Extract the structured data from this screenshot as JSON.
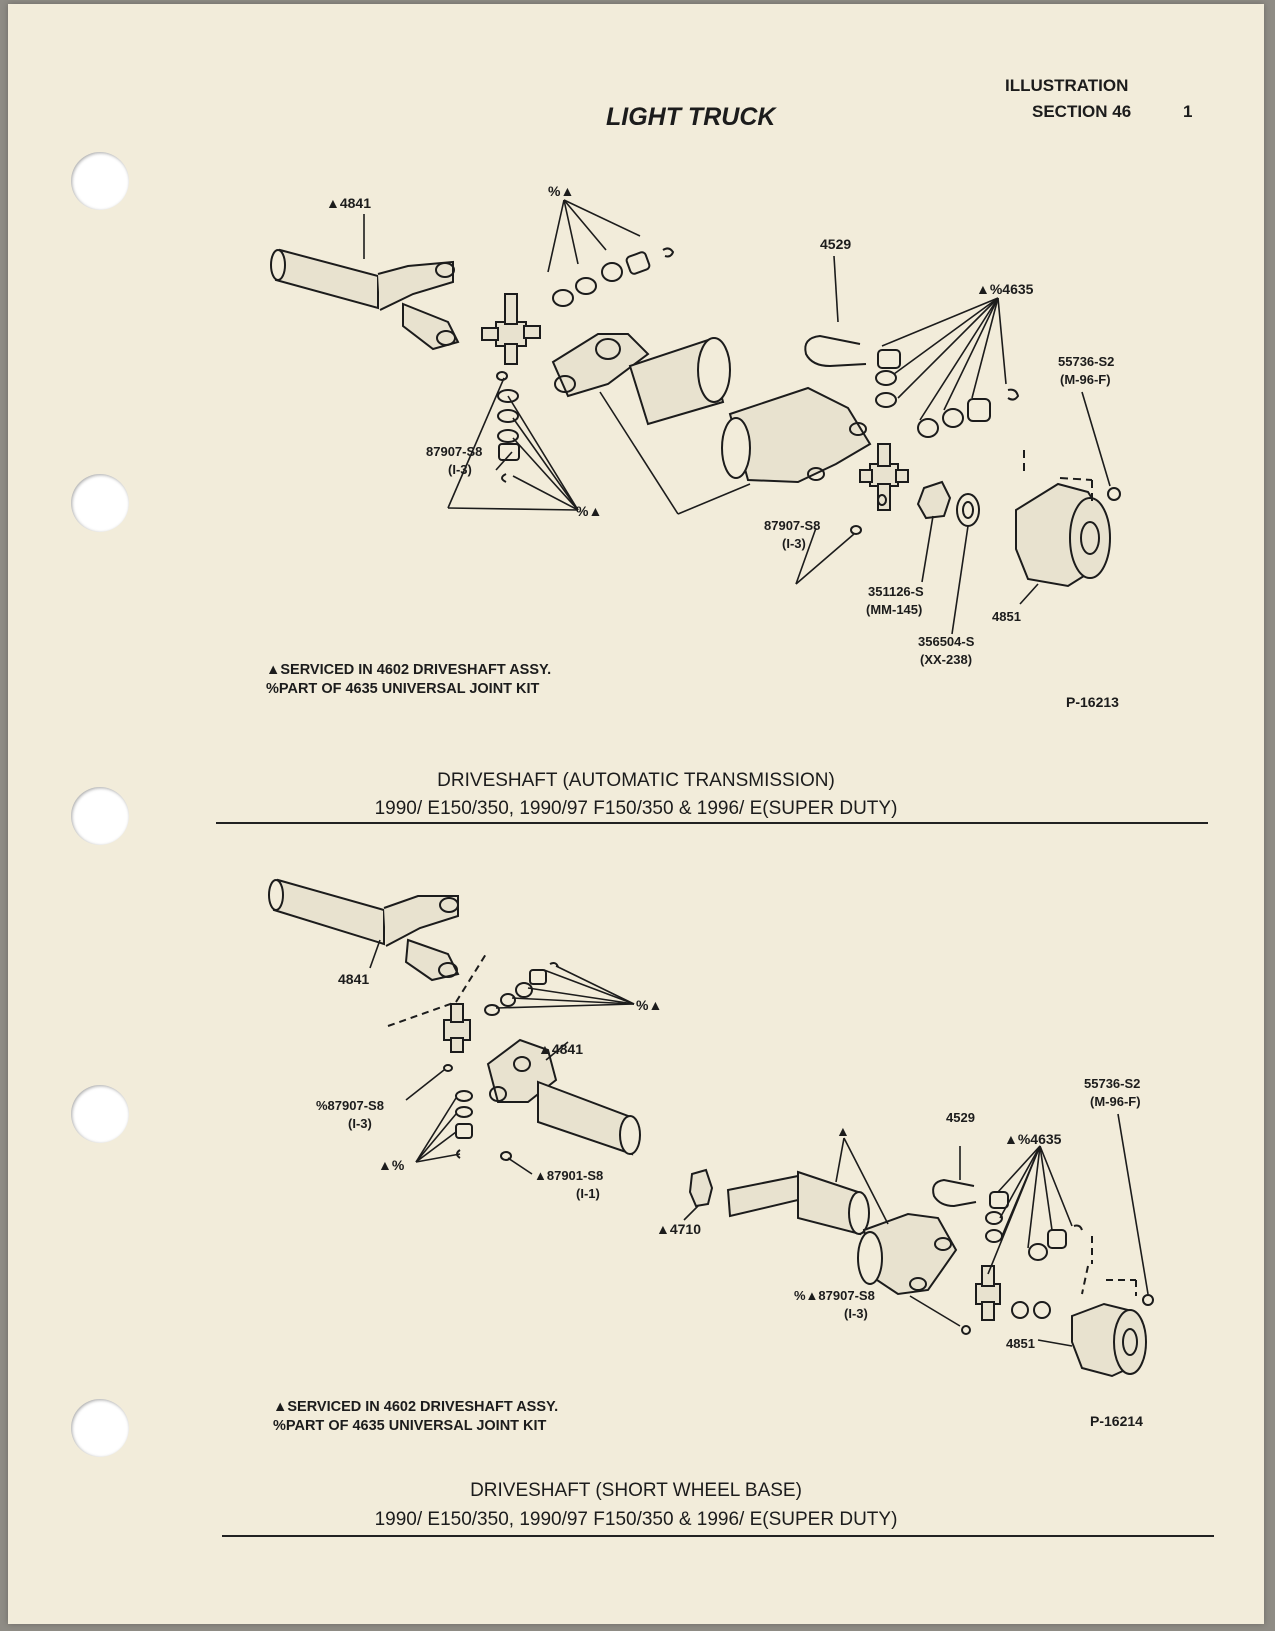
{
  "header": {
    "illustration": "ILLUSTRATION",
    "section": "SECTION 46",
    "page_number": "1",
    "title": "LIGHT TRUCK"
  },
  "figure1": {
    "callouts": {
      "c4841": "▲4841",
      "c_pct_tri_top": "%▲",
      "c4529": "4529",
      "c4635": "▲%4635",
      "c55736": "55736-S2",
      "c55736b": "(M-96-F)",
      "c87907a": "87907-S8",
      "c87907a_b": "(I-3)",
      "c_pct_tri_low": "%▲",
      "c87907b": "87907-S8",
      "c87907b_b": "(I-3)",
      "c351126": "351126-S",
      "c351126b": "(MM-145)",
      "c4851": "4851",
      "c356504": "356504-S",
      "c356504b": "(XX-238)"
    },
    "legend_serviced": "▲SERVICED IN 4602 DRIVESHAFT ASSY.",
    "legend_part": "%PART OF 4635 UNIVERSAL JOINT KIT",
    "figure_id": "P-16213",
    "caption_line1": "DRIVESHAFT (AUTOMATIC TRANSMISSION)",
    "caption_line2": "1990/ E150/350, 1990/97 F150/350 & 1996/ E(SUPER DUTY)"
  },
  "figure2": {
    "callouts": {
      "c4841": "4841",
      "c_pct_tri": "%▲",
      "c4841b": "▲4841",
      "c87907": "%87907-S8",
      "c87907_b": "(I-3)",
      "c_tri_pct": "▲%",
      "c87901": "▲87901-S8",
      "c87901_b": "(I-1)",
      "c4710": "▲4710",
      "c_tri": "▲",
      "c4529": "4529",
      "c4635": "▲%4635",
      "c55736": "55736-S2",
      "c55736b": "(M-96-F)",
      "c87907b": "%▲87907-S8",
      "c87907b_b": "(I-3)",
      "c4851": "4851"
    },
    "legend_serviced": "▲SERVICED IN 4602 DRIVESHAFT ASSY.",
    "legend_part": "%PART OF 4635 UNIVERSAL JOINT KIT",
    "figure_id": "P-16214",
    "caption_line1": "DRIVESHAFT (SHORT WHEEL BASE)",
    "caption_line2": "1990/ E150/350, 1990/97 F150/350 & 1996/ E(SUPER DUTY)"
  }
}
